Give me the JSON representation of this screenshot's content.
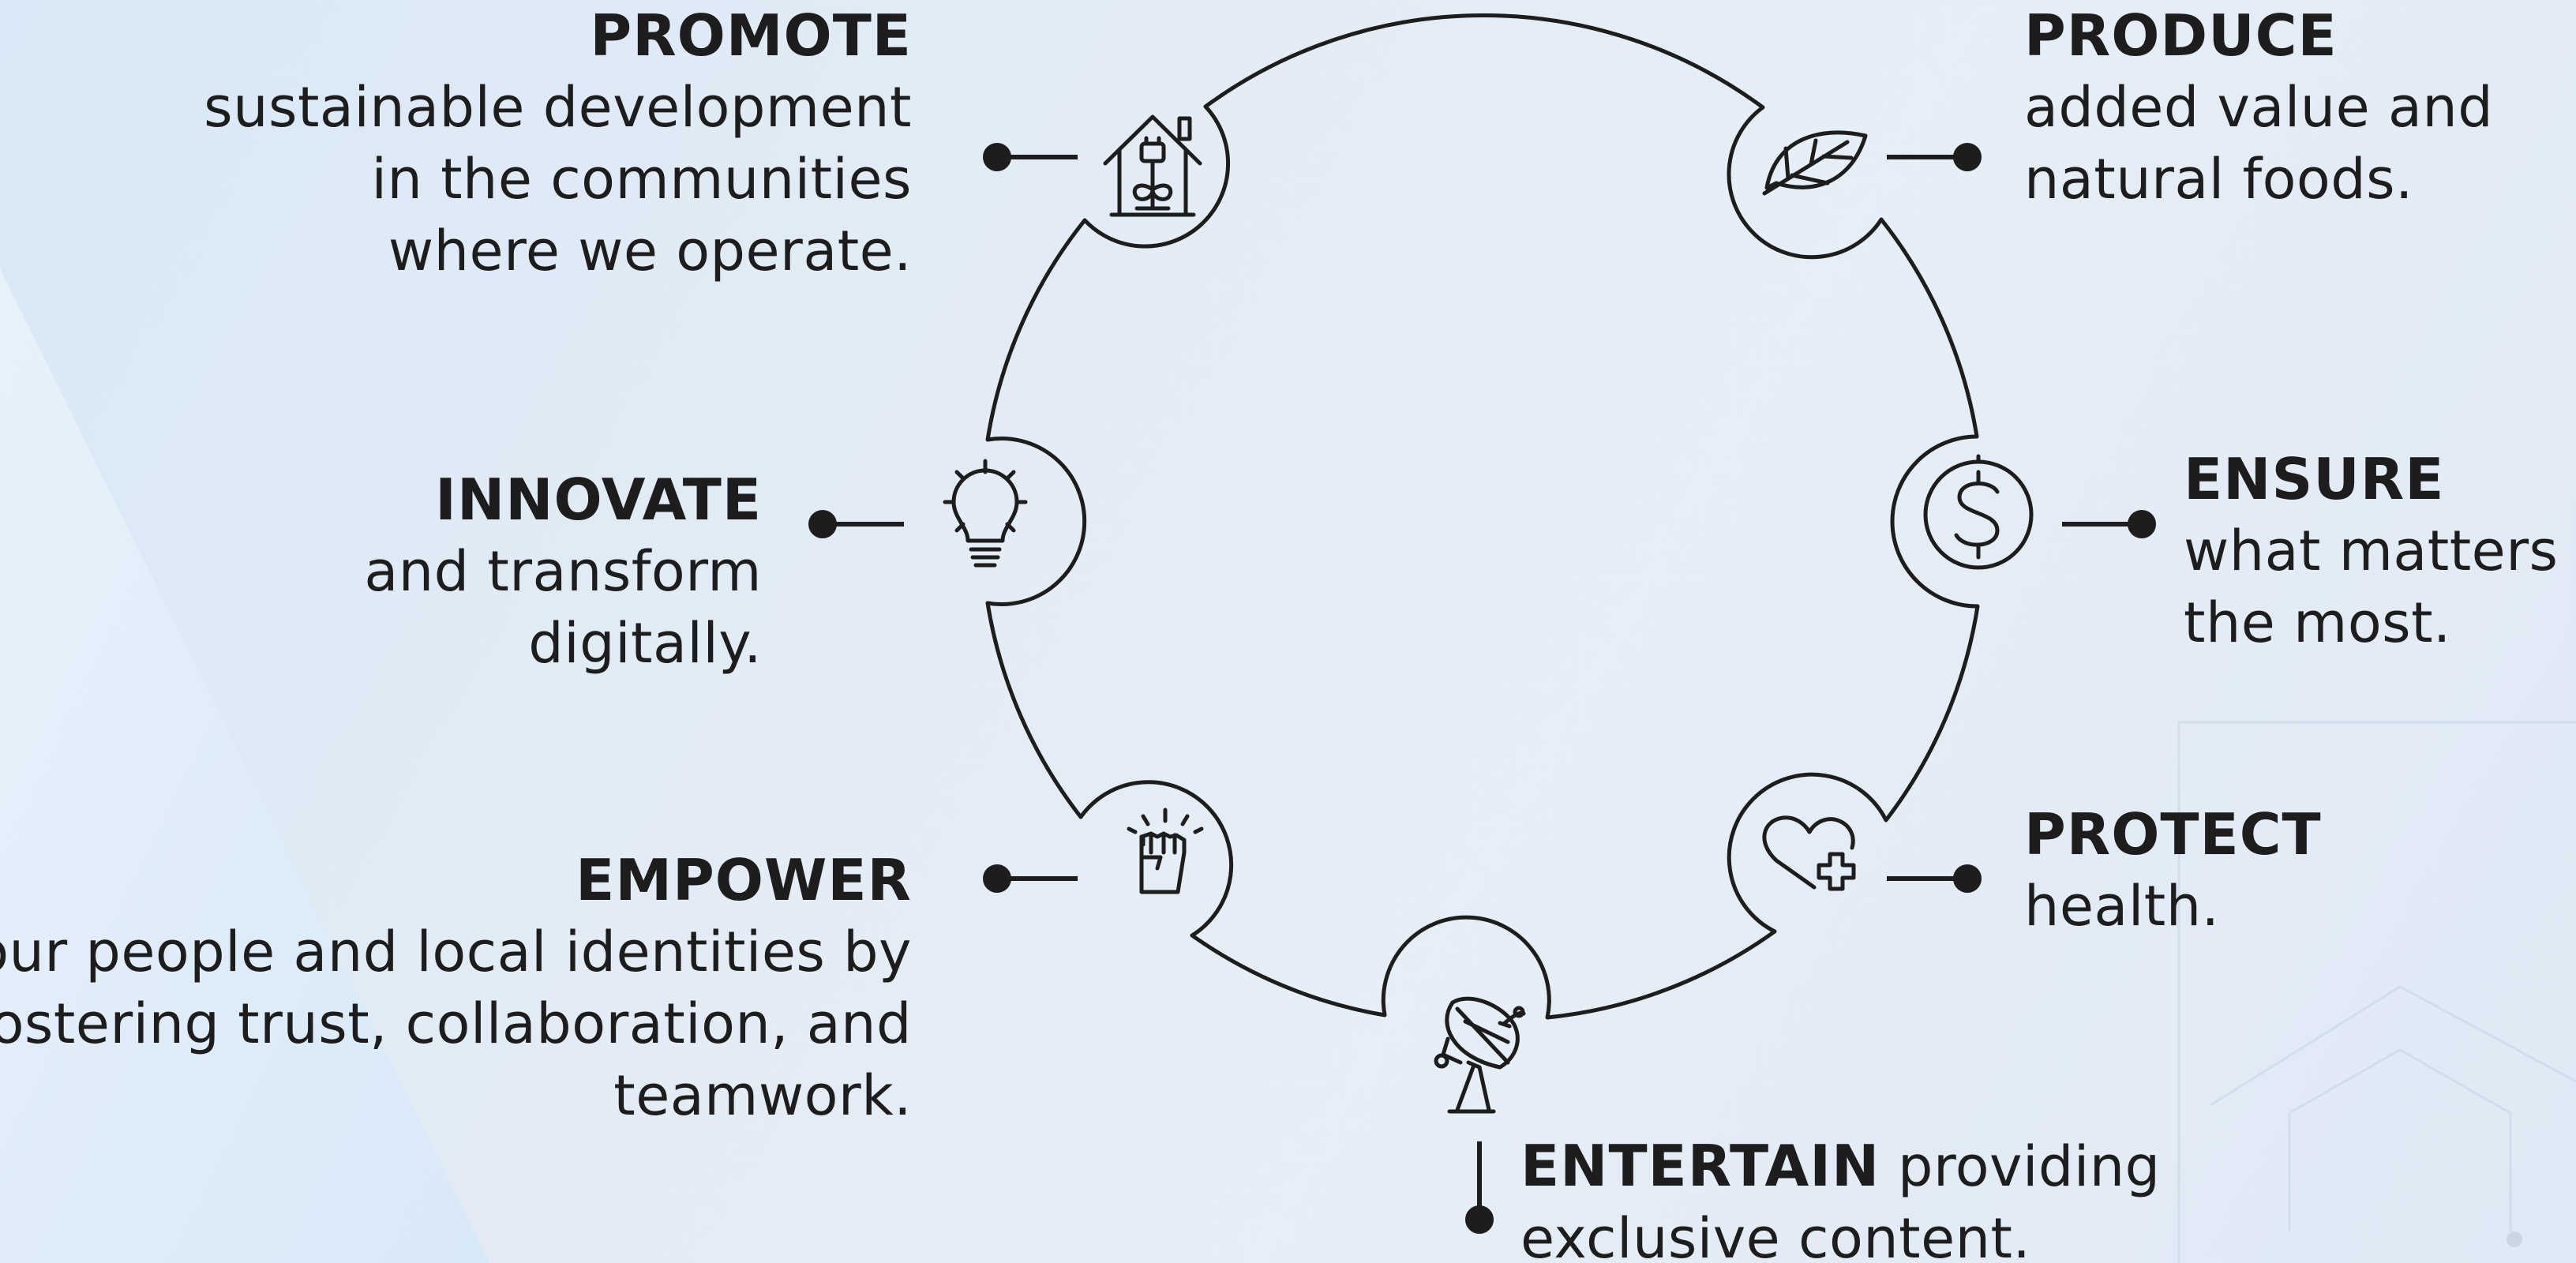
{
  "colors": {
    "ink": "#1d1d1d",
    "background": "#e3ecf6"
  },
  "items": {
    "promote": {
      "title": "PROMOTE",
      "lines": [
        "sustainable development",
        "in the communities",
        "where we operate."
      ],
      "icon": "house-plug-plant-icon"
    },
    "produce": {
      "title": "PRODUCE",
      "lines": [
        "added value and",
        "natural foods."
      ],
      "icon": "leaf-icon"
    },
    "innovate": {
      "title": "INNOVATE",
      "lines": [
        "and transform",
        "digitally."
      ],
      "icon": "lightbulb-icon"
    },
    "ensure": {
      "title": "ENSURE",
      "lines": [
        "what matters",
        "the most."
      ],
      "icon": "dollar-coin-icon"
    },
    "empower": {
      "title": "EMPOWER",
      "lines": [
        "our people and local identities by",
        "fostering trust, collaboration, and",
        "teamwork."
      ],
      "icon": "raised-fist-icon"
    },
    "protect": {
      "title": "PROTECT",
      "lines": [
        "health."
      ],
      "icon": "heart-plus-icon"
    },
    "entertain": {
      "title": "ENTERTAIN",
      "rest": "providing",
      "lines": [
        "exclusive content."
      ],
      "icon": "satellite-dish-icon"
    }
  }
}
